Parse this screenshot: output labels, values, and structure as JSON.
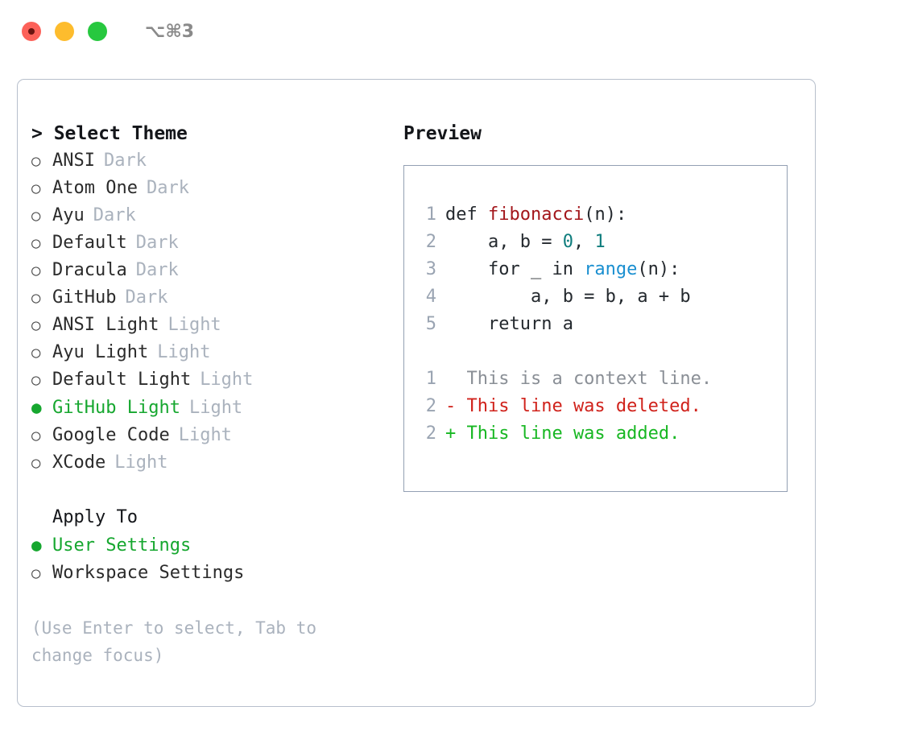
{
  "titlebar": {
    "shortcut": "⌥⌘3",
    "buttons": [
      {
        "name": "close",
        "color": "#fc6159"
      },
      {
        "name": "minimize",
        "color": "#fdbc2d"
      },
      {
        "name": "maximize",
        "color": "#27c83f"
      }
    ]
  },
  "theme_section": {
    "caret": "> ",
    "title": "Select Theme",
    "options": [
      {
        "bullet": "○",
        "label": "ANSI",
        "variant": "Dark",
        "selected": false
      },
      {
        "bullet": "○",
        "label": "Atom One",
        "variant": "Dark",
        "selected": false
      },
      {
        "bullet": "○",
        "label": "Ayu",
        "variant": "Dark",
        "selected": false
      },
      {
        "bullet": "○",
        "label": "Default",
        "variant": "Dark",
        "selected": false
      },
      {
        "bullet": "○",
        "label": "Dracula",
        "variant": "Dark",
        "selected": false
      },
      {
        "bullet": "○",
        "label": "GitHub",
        "variant": "Dark",
        "selected": false
      },
      {
        "bullet": "○",
        "label": "ANSI Light",
        "variant": "Light",
        "selected": false
      },
      {
        "bullet": "○",
        "label": "Ayu Light",
        "variant": "Light",
        "selected": false
      },
      {
        "bullet": "○",
        "label": "Default Light",
        "variant": "Light",
        "selected": false
      },
      {
        "bullet": "●",
        "label": "GitHub Light",
        "variant": "Light",
        "selected": true
      },
      {
        "bullet": "○",
        "label": "Google Code",
        "variant": "Light",
        "selected": false
      },
      {
        "bullet": "○",
        "label": "XCode",
        "variant": "Light",
        "selected": false
      }
    ]
  },
  "apply_section": {
    "title": "Apply To",
    "options": [
      {
        "bullet": "●",
        "label": "User Settings",
        "selected": true
      },
      {
        "bullet": "○",
        "label": "Workspace Settings",
        "selected": false
      }
    ]
  },
  "hint": "(Use Enter to select, Tab to\nchange focus)",
  "preview": {
    "title": "Preview",
    "code_lines": [
      {
        "num": "1",
        "segments": [
          {
            "text": "def ",
            "style": "plain"
          },
          {
            "text": "fibonacci",
            "style": "fn"
          },
          {
            "text": "(n):",
            "style": "plain"
          }
        ]
      },
      {
        "num": "2",
        "segments": [
          {
            "text": "    a, b = ",
            "style": "plain"
          },
          {
            "text": "0",
            "style": "num"
          },
          {
            "text": ", ",
            "style": "plain"
          },
          {
            "text": "1",
            "style": "num"
          }
        ]
      },
      {
        "num": "3",
        "segments": [
          {
            "text": "    for _ in ",
            "style": "plain"
          },
          {
            "text": "range",
            "style": "call"
          },
          {
            "text": "(n):",
            "style": "plain"
          }
        ]
      },
      {
        "num": "4",
        "segments": [
          {
            "text": "        a, b = b, a + b",
            "style": "plain"
          }
        ]
      },
      {
        "num": "5",
        "segments": [
          {
            "text": "    return a",
            "style": "plain"
          }
        ]
      }
    ],
    "diff_lines": [
      {
        "num": "1",
        "marker": "  ",
        "text": "This is a context line.",
        "kind": "ctx"
      },
      {
        "num": "2",
        "marker": "- ",
        "text": "This line was deleted.",
        "kind": "del"
      },
      {
        "num": "2",
        "marker": "+ ",
        "text": "This line was added.",
        "kind": "add"
      }
    ]
  },
  "colors": {
    "selected_green": "#16a72f",
    "muted_gray": "#aab2bd",
    "panel_border": "#b7bfcc",
    "preview_border": "#93a0b3",
    "syntax_function": "#a3161b",
    "syntax_number": "#0f7d7d",
    "syntax_call": "#1a8fd0",
    "diff_deleted": "#d0221b",
    "diff_added": "#17b722",
    "diff_context": "#8a8f96"
  }
}
